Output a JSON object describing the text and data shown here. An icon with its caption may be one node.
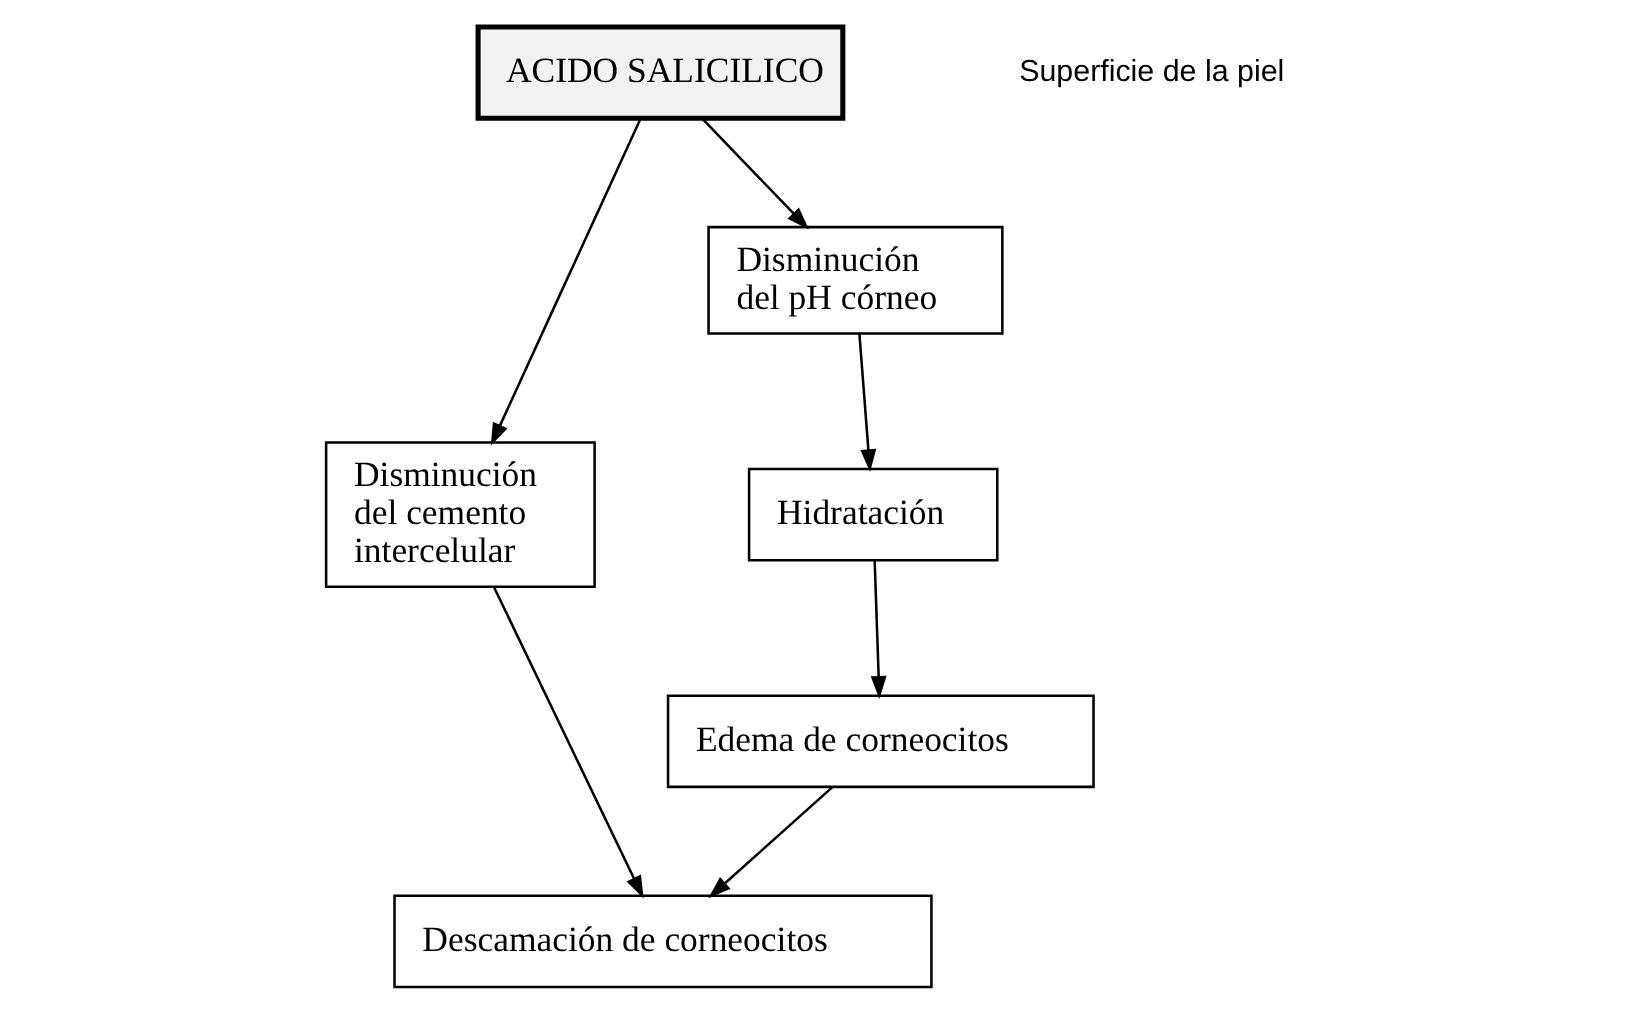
{
  "diagram": {
    "nodes": [
      {
        "text": [
          "ACIDO SALICILICO"
        ]
      },
      {
        "text": [
          "Descamación de corneocitos"
        ]
      },
      {
        "text": [
          "Disminución del cemento intercelular"
        ]
      },
      {
        "text": [
          "Disminución del pH córneo"
        ]
      },
      {
        "text": [
          "Hidratación"
        ]
      },
      {
        "text": [
          "Edema de corneocitos"
        ]
      }
    ],
    "edges": [
      {
        "from": 0,
        "to": 2,
        "arrow": "to"
      },
      {
        "from": 0,
        "to": 3,
        "arrow": "to"
      },
      {
        "from": 2,
        "to": 1,
        "arrow": "to"
      },
      {
        "from": 3,
        "to": 4,
        "arrow": "to"
      },
      {
        "from": 4,
        "to": 5,
        "arrow": "to"
      },
      {
        "from": 5,
        "to": 1,
        "arrow": "to"
      }
    ],
    "labels": [
      "Superficie de la piel"
    ]
  }
}
